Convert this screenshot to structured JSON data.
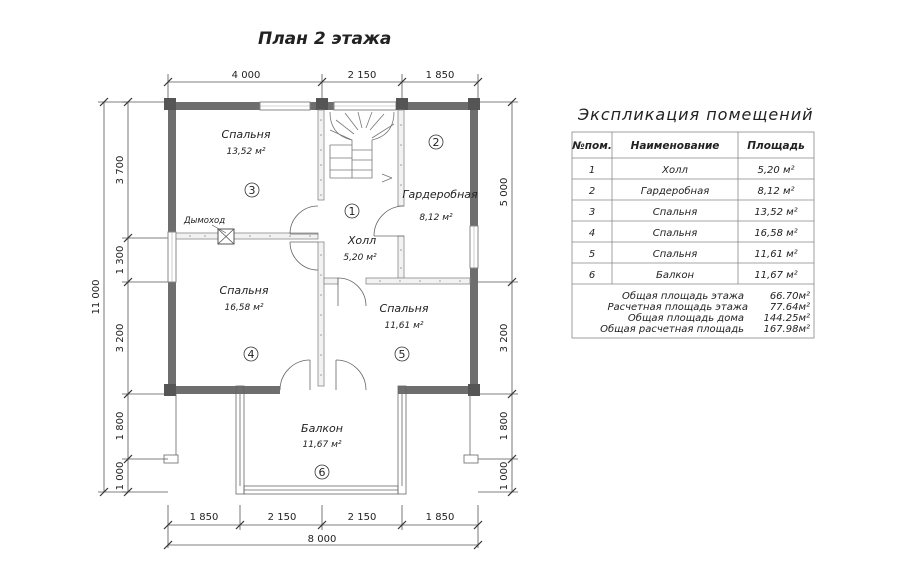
{
  "plan": {
    "title": "План 2 этажа",
    "dims_top": [
      "4 000",
      "2 150",
      "1 850"
    ],
    "dims_bottom": [
      "1 850",
      "2 150",
      "2 150",
      "1 850"
    ],
    "dim_total_bottom": "8 000",
    "dims_left": [
      "3 700",
      "1 300",
      "3 200",
      "1 800",
      "1 000"
    ],
    "dim_total_left": "11 000",
    "dims_right": [
      "5 000",
      "3 200",
      "1 800",
      "1 000"
    ],
    "chimney_label": "Дымоход",
    "rooms": [
      {
        "num": "1",
        "name": "Холл",
        "area": "5,20 м²"
      },
      {
        "num": "2",
        "name": "Гардеробная",
        "area": "8,12 м²"
      },
      {
        "num": "3",
        "name": "Спальня",
        "area": "13,52 м²"
      },
      {
        "num": "4",
        "name": "Спальня",
        "area": "16,58 м²"
      },
      {
        "num": "5",
        "name": "Спальня",
        "area": "11,61 м²"
      },
      {
        "num": "6",
        "name": "Балкон",
        "area": "11,67 м²"
      }
    ]
  },
  "explication": {
    "title": "Экспликация помещений",
    "headers": [
      "№пом.",
      "Наименование",
      "Площадь"
    ],
    "rows": [
      [
        "1",
        "Холл",
        "5,20 м²"
      ],
      [
        "2",
        "Гардеробная",
        "8,12 м²"
      ],
      [
        "3",
        "Спальня",
        "13,52 м²"
      ],
      [
        "4",
        "Спальня",
        "16,58 м²"
      ],
      [
        "5",
        "Спальня",
        "11,61 м²"
      ],
      [
        "6",
        "Балкон",
        "11,67 м²"
      ]
    ],
    "summary": [
      {
        "label": "Общая площадь этажа",
        "value": "66.70м²"
      },
      {
        "label": "Расчетная площадь этажа",
        "value": "77.64м²"
      },
      {
        "label": "Общая площадь дома",
        "value": "144.25м²"
      },
      {
        "label": "Общая расчетная площадь",
        "value": "167.98м²"
      }
    ]
  }
}
